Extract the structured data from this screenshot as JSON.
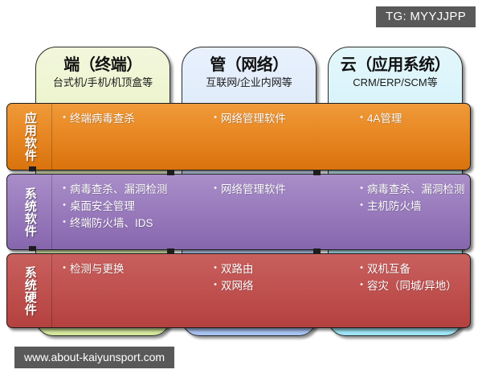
{
  "badge": {
    "text": "TG: MYYJJPP"
  },
  "watermark": {
    "text": "www.about-kaiyunsport.com"
  },
  "columns": [
    {
      "title": "端（终端）",
      "subtitle": "台式机/手机/机顶盒等",
      "color": "#e7f2c0"
    },
    {
      "title": "管（网络）",
      "subtitle": "互联网/企业内网等",
      "color": "#c6d8f7"
    },
    {
      "title": "云（应用系统）",
      "subtitle": "CRM/ERP/SCM等",
      "color": "#b6eaf8"
    }
  ],
  "rows": [
    {
      "label": "应用软件",
      "color": "#e8881f",
      "cells": [
        {
          "items": [
            "终端病毒查杀"
          ]
        },
        {
          "items": [
            "网络管理软件"
          ]
        },
        {
          "items": [
            "4A管理"
          ]
        }
      ]
    },
    {
      "label": "系统软件",
      "color": "#9477b8",
      "cells": [
        {
          "items": [
            "病毒查杀、漏洞检测",
            "桌面安全管理",
            "终端防火墙、IDS"
          ]
        },
        {
          "items": [
            "网络管理软件"
          ]
        },
        {
          "items": [
            "病毒查杀、漏洞检测",
            "主机防火墙"
          ]
        }
      ]
    },
    {
      "label": "系统硬件",
      "color": "#bd4c4a",
      "cells": [
        {
          "items": [
            "检测与更换"
          ]
        },
        {
          "items": [
            "双路由",
            "双网络"
          ]
        },
        {
          "items": [
            "双机互备",
            "容灾（同城/异地）"
          ]
        }
      ]
    }
  ],
  "bullet_glyph": "•"
}
